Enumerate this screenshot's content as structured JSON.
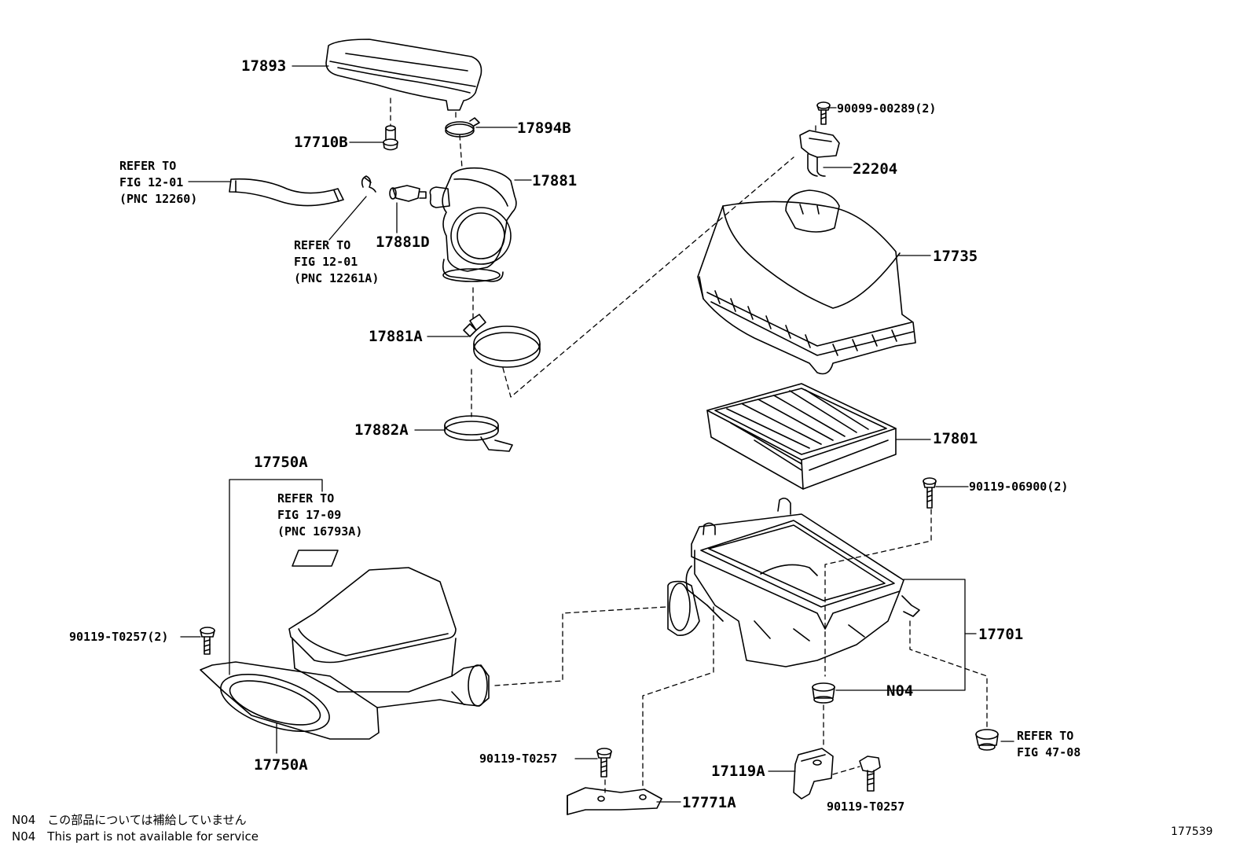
{
  "labels": {
    "p17893": "17893",
    "p17710B": "17710B",
    "p17894B": "17894B",
    "p17881": "17881",
    "p17881D": "17881D",
    "p17881A": "17881A",
    "p17882A": "17882A",
    "p17750A_top": "17750A",
    "p17750A_bottom": "17750A",
    "p90099": "90099-00289(2)",
    "p22204": "22204",
    "p17735": "17735",
    "p17801": "17801",
    "p90119_06900": "90119-06900(2)",
    "p17701": "17701",
    "pN04": "N04",
    "p17119A": "17119A",
    "p90119_T0257_2": "90119-T0257(2)",
    "p90119_T0257_a": "90119-T0257",
    "p90119_T0257_b": "90119-T0257",
    "p17771A": "17771A"
  },
  "refs": {
    "ref_12260": [
      "REFER TO",
      "FIG 12-01",
      "(PNC 12260)"
    ],
    "ref_12261A": [
      "REFER TO",
      "FIG 12-01",
      "(PNC 12261A)"
    ],
    "ref_16793A": [
      "REFER TO",
      "FIG 17-09",
      "(PNC 16793A)"
    ],
    "ref_4708": [
      "REFER TO",
      "FIG 47-08"
    ]
  },
  "notes": {
    "ja": "N04　この部品については補給していません",
    "en": "N04　This part is not available for service"
  },
  "figure_number": "177539"
}
